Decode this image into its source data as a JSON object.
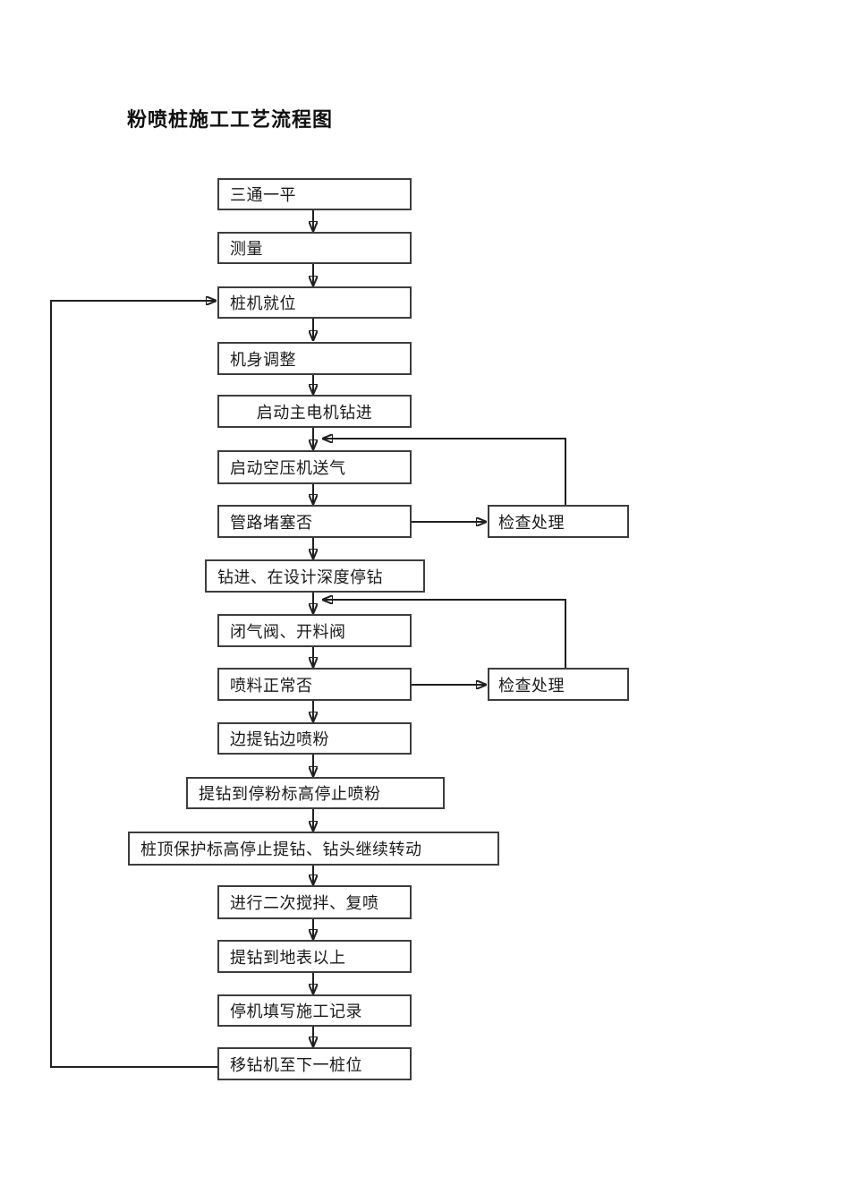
{
  "page": {
    "title": "粉喷桩施工工艺流程图"
  },
  "flowchart": {
    "nodes": [
      {
        "label": "三通一平"
      },
      {
        "label": "测量"
      },
      {
        "label": "桩机就位"
      },
      {
        "label": "机身调整"
      },
      {
        "label": "启动主电机钻进"
      },
      {
        "label": "启动空压机送气"
      },
      {
        "label": "管路堵塞否"
      },
      {
        "label": "钻进、在设计深度停钻"
      },
      {
        "label": "闭气阀、开料阀"
      },
      {
        "label": "喷料正常否"
      },
      {
        "label": "边提钻边喷粉"
      },
      {
        "label": "提钻到停粉标高停止喷粉"
      },
      {
        "label": "桩顶保护标高停止提钻、钻头继续转动"
      },
      {
        "label": "进行二次搅拌、复喷"
      },
      {
        "label": "提钻到地表以上"
      },
      {
        "label": "停机填写施工记录"
      },
      {
        "label": "移钻机至下一桩位"
      }
    ],
    "check_nodes": [
      {
        "label": "检查处理"
      },
      {
        "label": "检查处理"
      }
    ],
    "colors": {
      "background": "#ffffff",
      "box_border": "#3d3d3d",
      "line": "#1f1f1f",
      "text": "#1a1a1a"
    }
  }
}
